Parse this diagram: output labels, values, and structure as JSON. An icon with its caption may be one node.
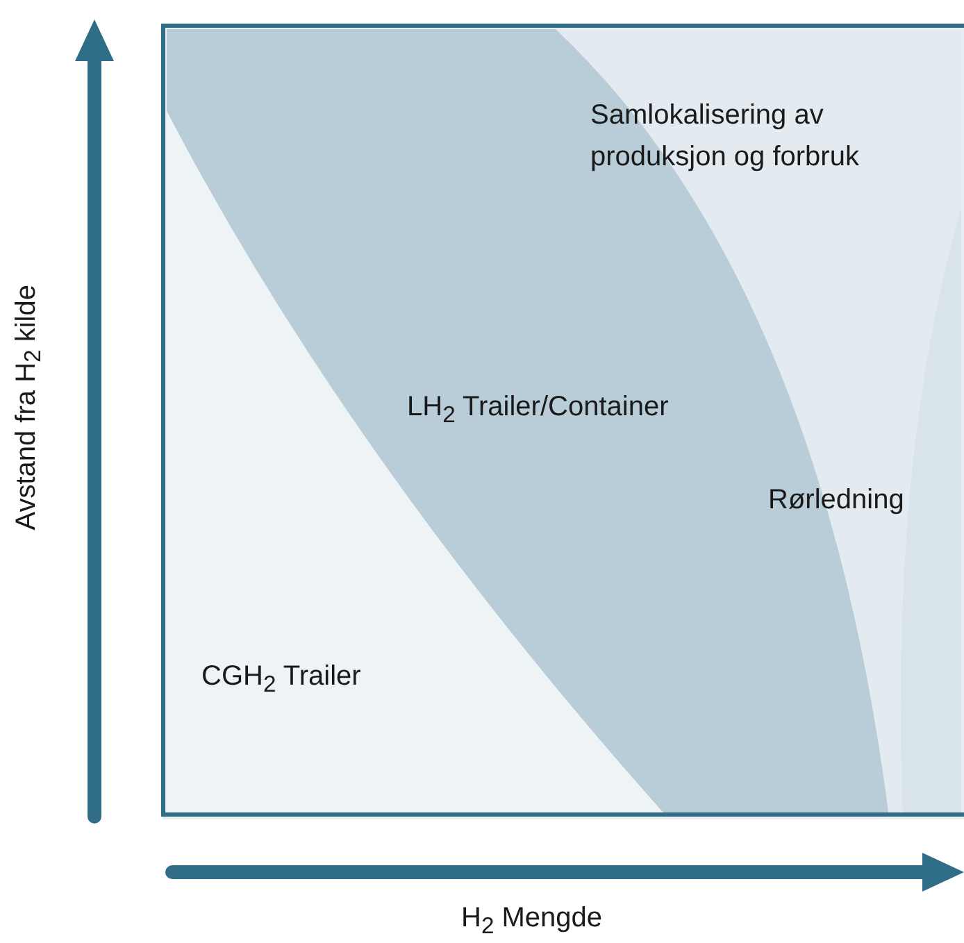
{
  "diagram": {
    "nodes": [
      {
        "text": [
          "Samlokalisering av produksjon og forbruk"
        ]
      },
      {
        "text": [
          "LH$_{2}$ Trailer/Container"
        ]
      },
      {
        "text": [
          "Rørledning"
        ]
      },
      {
        "text": [
          "CGH$_{2}$ Trailer"
        ]
      }
    ],
    "labels": [
      "Avstand fra H$_{2}$ kilde",
      "H$_{2}$ Mengde"
    ]
  }
}
